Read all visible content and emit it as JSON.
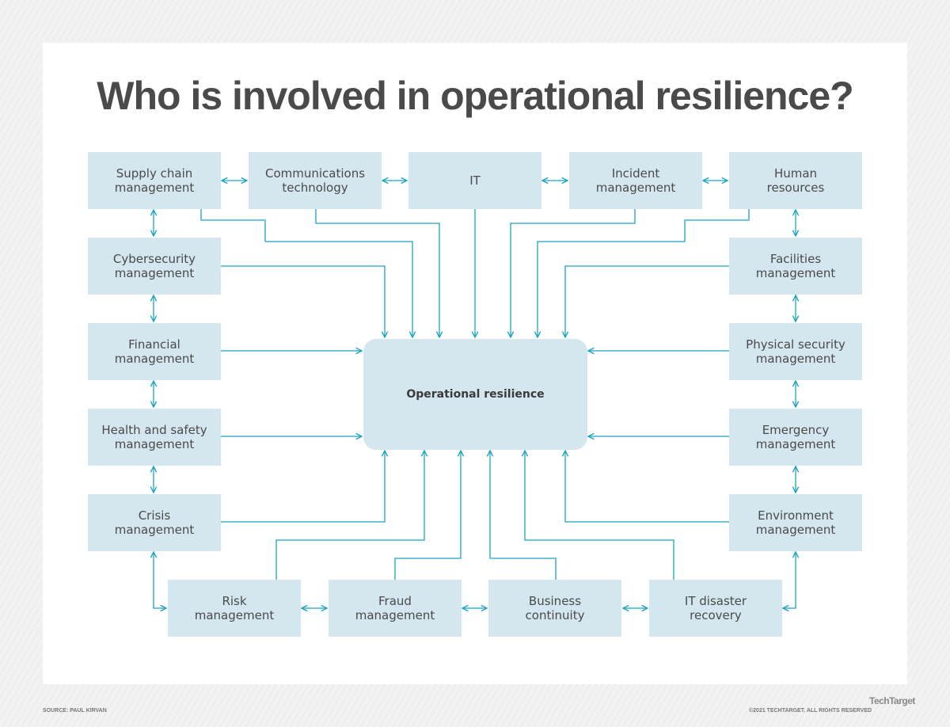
{
  "title": "Who is involved in operational resilience?",
  "center": "Operational resilience",
  "top": [
    "Supply chain\nmanagement",
    "Communications\ntechnology",
    "IT",
    "Incident\nmanagement",
    "Human\nresources"
  ],
  "left": [
    "Cybersecurity\nmanagement",
    "Financial\nmanagement",
    "Health and safety\nmanagement",
    "Crisis\nmanagement"
  ],
  "right": [
    "Facilities\nmanagement",
    "Physical security\nmanagement",
    "Emergency\nmanagement",
    "Environment\nmanagement"
  ],
  "bottom": [
    "Risk\nmanagement",
    "Fraud\nmanagement",
    "Business\ncontinuity",
    "IT disaster\nrecovery"
  ],
  "footer": {
    "source": "SOURCE: PAUL KIRVAN",
    "copyright": "©2021 TECHTARGET. ALL RIGHTS RESERVED",
    "logo": "TechTarget"
  },
  "colors": {
    "box": "#d4e6ee",
    "connector": "#1aa3c4",
    "text": "#4a4a4a"
  }
}
